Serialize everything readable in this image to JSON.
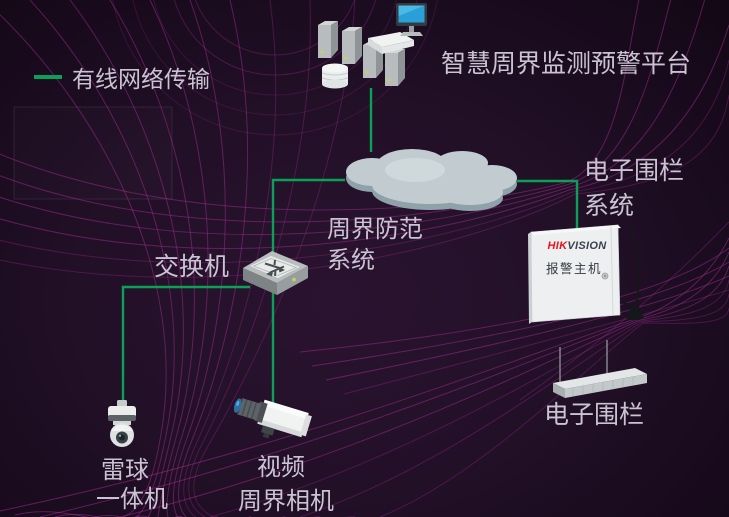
{
  "legend": {
    "label": "有线网络传输",
    "line_color": "#0aa157"
  },
  "labels": {
    "platform": "智慧周界监测预警平台",
    "cloud_line1": "周界防范",
    "cloud_line2": "系统",
    "switch": "交换机",
    "fence_system_line1": "电子围栏",
    "fence_system_line2": "系统",
    "fence": "电子围栏",
    "dome_line1": "雷球",
    "dome_line2": "一体机",
    "boxcam_line1": "视频",
    "boxcam_line2": "周界相机"
  },
  "alarm_host": {
    "brand_red": "HIK",
    "brand_dark": "VISION",
    "label": "报警主机"
  },
  "colors": {
    "background": "#221027",
    "network_line_green": "#0aa157",
    "decor_curve_magenta": "#a22d90",
    "label_text": "#c9c3d2",
    "brand_red": "#e8131f",
    "monitor_screen_blue": "#2a9fd8"
  }
}
